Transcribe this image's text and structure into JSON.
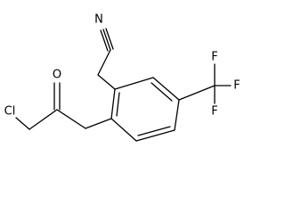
{
  "molecule": {
    "atoms": {
      "nitrile_n": "N",
      "carbonyl_o": "O",
      "chlorine": "Cl",
      "fluorine_top": "F",
      "fluorine_right": "F",
      "fluorine_bottom": "F"
    }
  }
}
